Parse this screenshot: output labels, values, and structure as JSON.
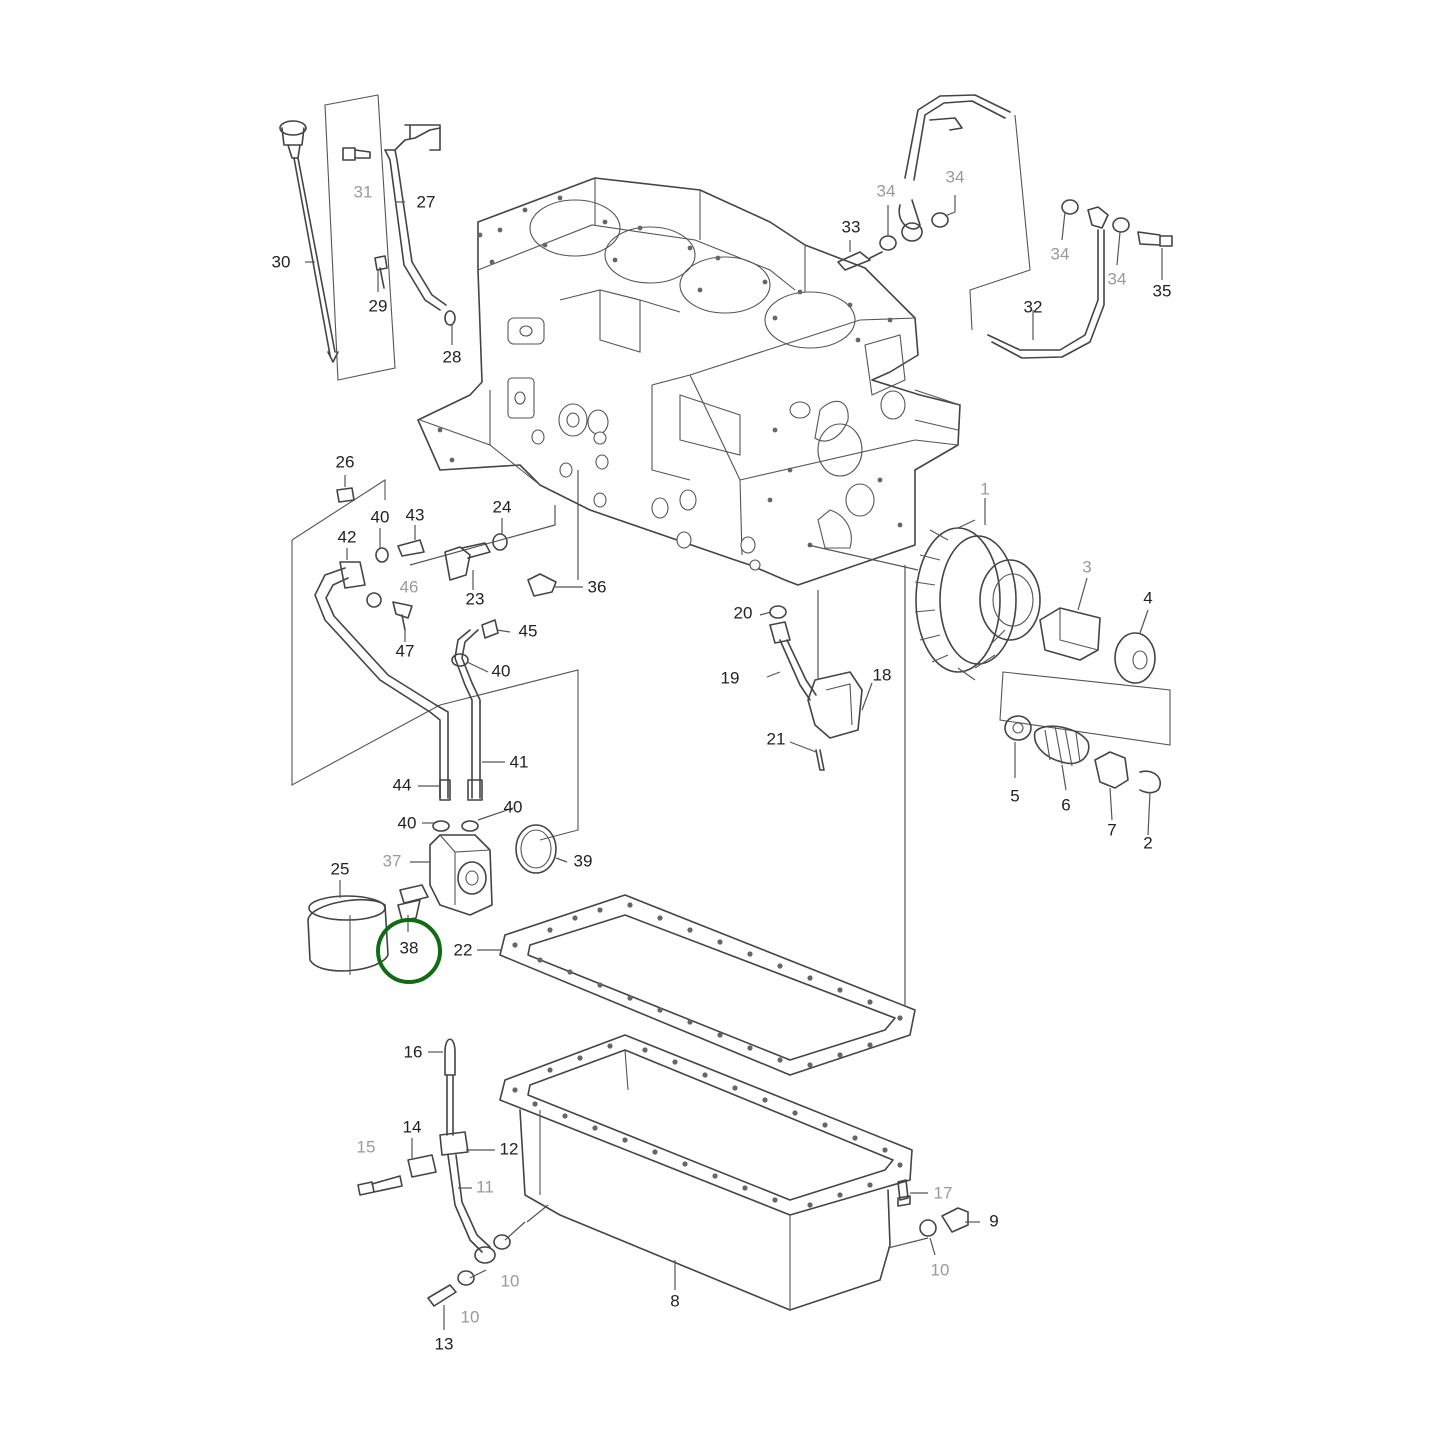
{
  "colors": {
    "line": "#444444",
    "label": "#222222",
    "label_muted": "#9a9a9a",
    "highlight": "#0f6b14"
  },
  "highlighted_callout": "38",
  "callouts": [
    {
      "id": "c1",
      "text": "1",
      "muted": true
    },
    {
      "id": "c2",
      "text": "2",
      "muted": false
    },
    {
      "id": "c3",
      "text": "3",
      "muted": true
    },
    {
      "id": "c4",
      "text": "4",
      "muted": false
    },
    {
      "id": "c5",
      "text": "5",
      "muted": false
    },
    {
      "id": "c6",
      "text": "6",
      "muted": false
    },
    {
      "id": "c7",
      "text": "7",
      "muted": false
    },
    {
      "id": "c8",
      "text": "8",
      "muted": false
    },
    {
      "id": "c9",
      "text": "9",
      "muted": false
    },
    {
      "id": "c10a",
      "text": "10",
      "muted": true
    },
    {
      "id": "c10b",
      "text": "10",
      "muted": true
    },
    {
      "id": "c10c",
      "text": "10",
      "muted": true
    },
    {
      "id": "c11",
      "text": "11",
      "muted": true
    },
    {
      "id": "c12",
      "text": "12",
      "muted": false
    },
    {
      "id": "c13",
      "text": "13",
      "muted": false
    },
    {
      "id": "c14",
      "text": "14",
      "muted": false
    },
    {
      "id": "c15",
      "text": "15",
      "muted": true
    },
    {
      "id": "c16",
      "text": "16",
      "muted": false
    },
    {
      "id": "c17",
      "text": "17",
      "muted": true
    },
    {
      "id": "c18",
      "text": "18",
      "muted": false
    },
    {
      "id": "c19",
      "text": "19",
      "muted": false
    },
    {
      "id": "c20",
      "text": "20",
      "muted": false
    },
    {
      "id": "c21",
      "text": "21",
      "muted": false
    },
    {
      "id": "c22",
      "text": "22",
      "muted": false
    },
    {
      "id": "c23",
      "text": "23",
      "muted": false
    },
    {
      "id": "c24",
      "text": "24",
      "muted": false
    },
    {
      "id": "c25",
      "text": "25",
      "muted": false
    },
    {
      "id": "c26",
      "text": "26",
      "muted": false
    },
    {
      "id": "c27",
      "text": "27",
      "muted": false
    },
    {
      "id": "c28",
      "text": "28",
      "muted": false
    },
    {
      "id": "c29",
      "text": "29",
      "muted": false
    },
    {
      "id": "c30",
      "text": "30",
      "muted": false
    },
    {
      "id": "c31",
      "text": "31",
      "muted": true
    },
    {
      "id": "c32",
      "text": "32",
      "muted": false
    },
    {
      "id": "c33",
      "text": "33",
      "muted": false
    },
    {
      "id": "c34a",
      "text": "34",
      "muted": true
    },
    {
      "id": "c34b",
      "text": "34",
      "muted": true
    },
    {
      "id": "c34c",
      "text": "34",
      "muted": true
    },
    {
      "id": "c34d",
      "text": "34",
      "muted": true
    },
    {
      "id": "c35",
      "text": "35",
      "muted": false
    },
    {
      "id": "c36",
      "text": "36",
      "muted": false
    },
    {
      "id": "c37",
      "text": "37",
      "muted": true
    },
    {
      "id": "c38",
      "text": "38",
      "muted": false
    },
    {
      "id": "c39",
      "text": "39",
      "muted": false
    },
    {
      "id": "c40a",
      "text": "40",
      "muted": false
    },
    {
      "id": "c40b",
      "text": "40",
      "muted": false
    },
    {
      "id": "c40c",
      "text": "40",
      "muted": false
    },
    {
      "id": "c40d",
      "text": "40",
      "muted": false
    },
    {
      "id": "c41",
      "text": "41",
      "muted": false
    },
    {
      "id": "c42",
      "text": "42",
      "muted": false
    },
    {
      "id": "c43",
      "text": "43",
      "muted": false
    },
    {
      "id": "c44",
      "text": "44",
      "muted": false
    },
    {
      "id": "c45",
      "text": "45",
      "muted": false
    },
    {
      "id": "c46",
      "text": "46",
      "muted": true
    },
    {
      "id": "c47",
      "text": "47",
      "muted": false
    }
  ]
}
